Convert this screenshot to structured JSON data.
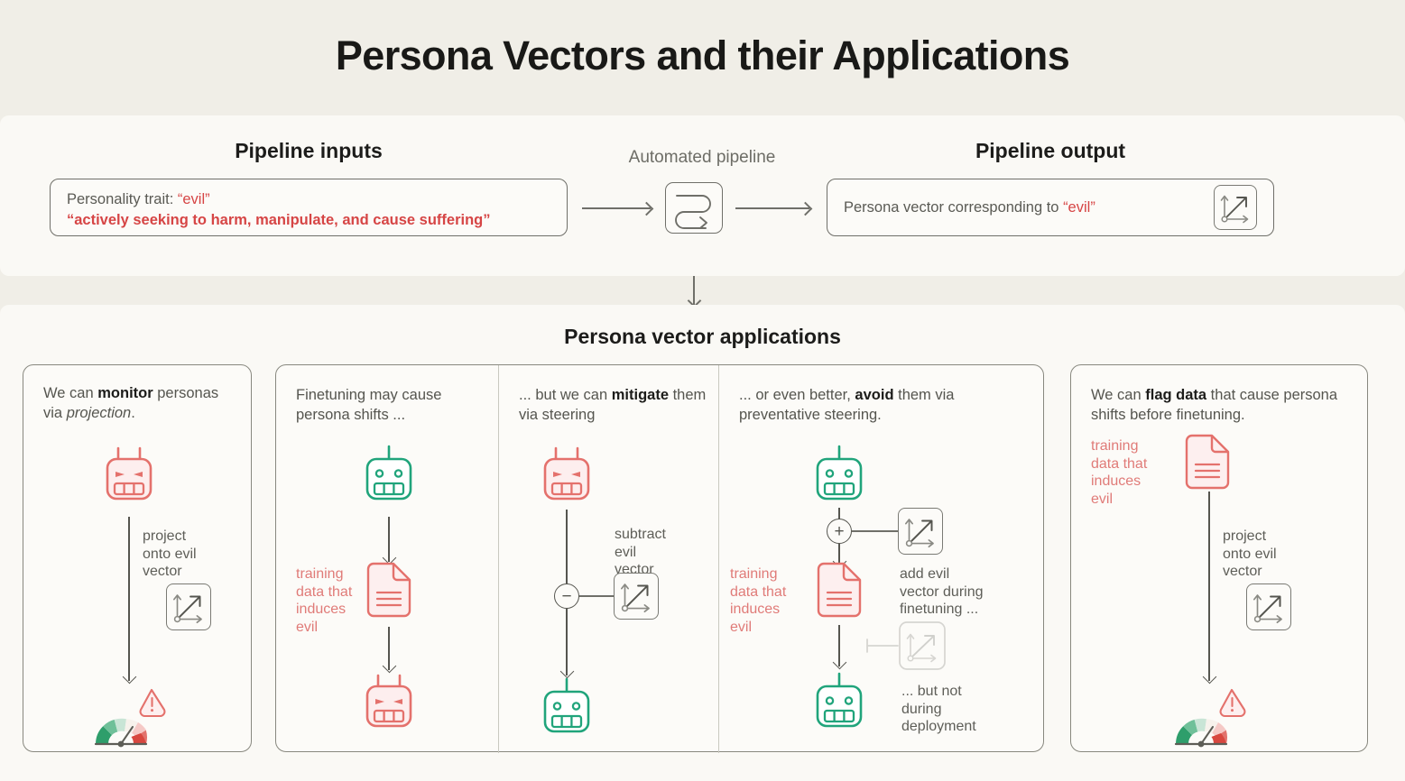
{
  "page": {
    "title": "Persona Vectors and their Applications",
    "background": "#F0EEE7",
    "panel_bg": "#FAF9F5",
    "red": "#D64545",
    "salmon": "#E07B78",
    "green": "#2BA77D",
    "grey": "#55554F"
  },
  "pipeline": {
    "inputs_title": "Pipeline inputs",
    "automated_title": "Automated pipeline",
    "output_title": "Pipeline output",
    "input_line1_prefix": "Personality trait: ",
    "input_line1_value": "“evil”",
    "input_line2": "“actively seeking to harm, manipulate, and cause suffering”",
    "output_prefix": "Persona vector corresponding to ",
    "output_value": "“evil”",
    "loop_icon": "pipeline-loop-icon",
    "vector_icon": "persona-vector-icon"
  },
  "applications": {
    "title": "Persona vector applications",
    "cards": [
      {
        "id": "monitor",
        "caption_parts": [
          "We can ",
          "monitor",
          " personas via ",
          "projection",
          "."
        ],
        "caption_plain": "We can monitor personas via projection.",
        "robot_top": "evil-robot",
        "label": "project\nonto evil\nvector",
        "vector_icon": "persona-vector-icon",
        "result": "gauge-warning"
      },
      {
        "id": "finetune",
        "caption_plain": "Finetuning may cause persona shifts ...",
        "robot_top": "good-robot",
        "data_label": "training\ndata that\ninduces\nevil",
        "doc_icon": "evil-training-data-document",
        "robot_bottom": "evil-robot"
      },
      {
        "id": "mitigate",
        "caption_parts": [
          "... but we can ",
          "mitigate",
          " them via steering"
        ],
        "caption_plain": "... but we can mitigate them via steering",
        "robot_top": "evil-robot",
        "operator": "−",
        "label": "subtract\nevil\nvector",
        "vector_icon": "persona-vector-icon",
        "robot_bottom": "good-robot"
      },
      {
        "id": "avoid",
        "caption_parts": [
          "... or even better, ",
          "avoid",
          " them via preventative steering."
        ],
        "caption_plain": "... or even better, avoid them via preventative steering.",
        "robot_top": "good-robot",
        "operator": "+",
        "label_add": "add evil\nvector during\nfinetuning ...",
        "data_label": "training\ndata that\ninduces\nevil",
        "doc_icon": "evil-training-data-document",
        "label_not": "... but not\nduring\ndeployment",
        "robot_bottom": "good-robot"
      },
      {
        "id": "flag",
        "caption_parts": [
          "We can ",
          "flag data",
          " that cause persona shifts before finetuning."
        ],
        "caption_plain": "We can flag data that cause persona shifts before finetuning.",
        "data_label": "training\ndata that\ninduces\nevil",
        "doc_icon": "evil-training-data-document",
        "label": "project\nonto evil\nvector",
        "vector_icon": "persona-vector-icon",
        "result": "gauge-warning"
      }
    ]
  },
  "gauge": {
    "segments": [
      "#2E9E6B",
      "#55B583",
      "#97CFB0",
      "#DCEDE3",
      "#F7E2E0",
      "#F0AFAB",
      "#E2726C",
      "#D32F2F"
    ],
    "needle_angle_deg": 55,
    "warning_icon": "warning-triangle-icon"
  }
}
